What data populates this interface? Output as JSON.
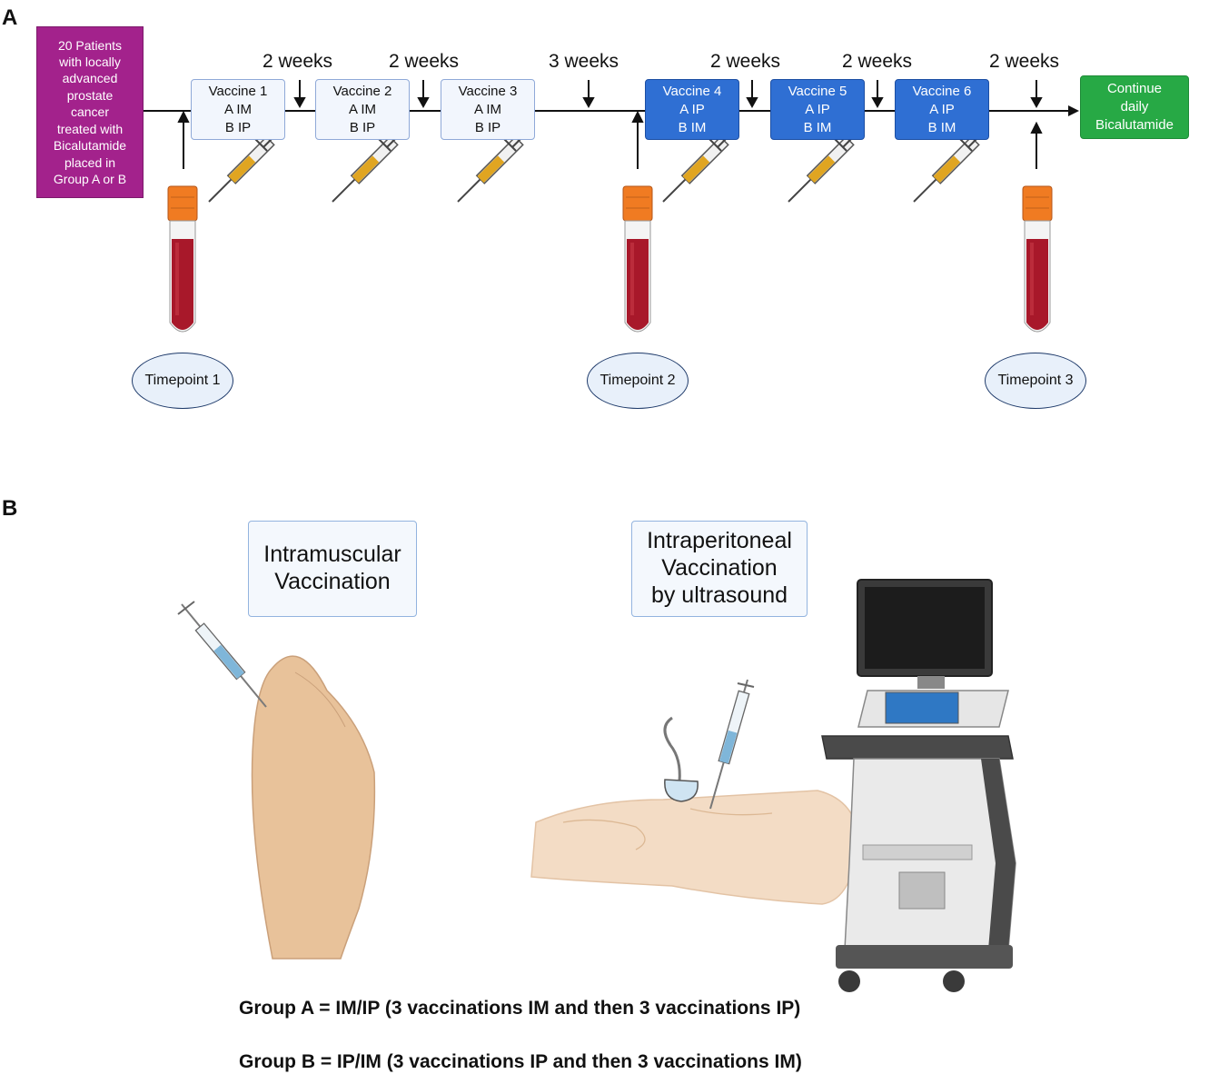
{
  "panel_a": {
    "letter": "A",
    "start_box": [
      "20 Patients",
      "with locally",
      "advanced",
      "prostate",
      "cancer",
      "treated with",
      "Bicalutamide",
      "placed in",
      "Group A or B"
    ],
    "intervals": [
      "2 weeks",
      "2 weeks",
      "3 weeks",
      "2 weeks",
      "2 weeks",
      "2 weeks"
    ],
    "vaccines": [
      {
        "title": "Vaccine 1",
        "a": "A IM",
        "b": "B IP"
      },
      {
        "title": "Vaccine 2",
        "a": "A IM",
        "b": "B IP"
      },
      {
        "title": "Vaccine 3",
        "a": "A IM",
        "b": "B IP"
      },
      {
        "title": "Vaccine 4",
        "a": "A IP",
        "b": "B IM"
      },
      {
        "title": "Vaccine 5",
        "a": "A IP",
        "b": "B IM"
      },
      {
        "title": "Vaccine 6",
        "a": "A IP",
        "b": "B IM"
      }
    ],
    "end_box": [
      "Continue",
      "daily",
      "Bicalutamide"
    ],
    "timepoints": [
      "Timepoint 1",
      "Timepoint 2",
      "Timepoint 3"
    ],
    "colors": {
      "start": "#a3228c",
      "vaccine_light": "#f2f6fd",
      "vaccine_dark": "#2f6fd3",
      "end": "#27a945",
      "blood": "#a8182a",
      "cap": "#f07b22"
    }
  },
  "panel_b": {
    "letter": "B",
    "im_label": [
      "Intramuscular",
      "Vaccination"
    ],
    "ip_label": [
      "Intraperitoneal",
      "Vaccination",
      "by ultrasound"
    ],
    "group_a": "Group A = IM/IP (3 vaccinations IM and then 3 vaccinations IP)",
    "group_b": "Group B = IP/IM (3 vaccinations IP and then 3 vaccinations IM)"
  }
}
